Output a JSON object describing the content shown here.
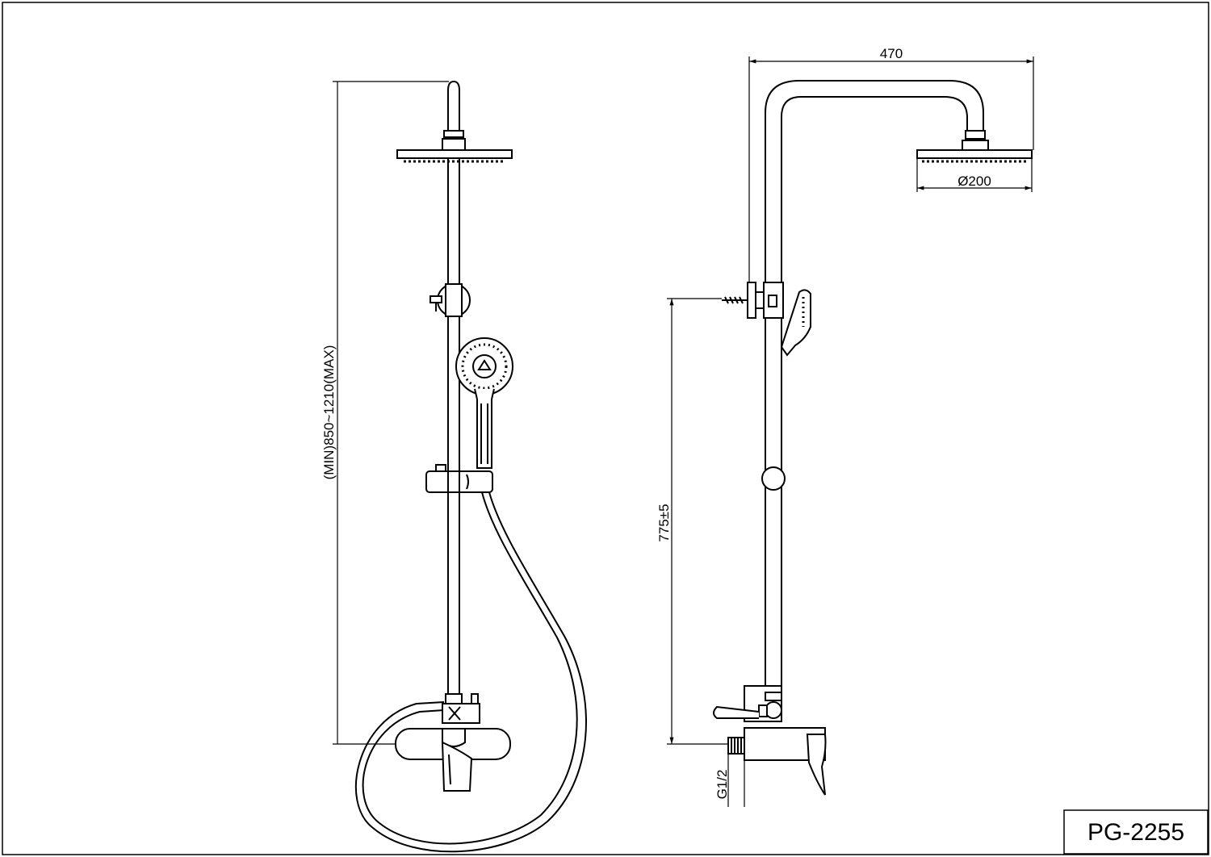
{
  "drawing": {
    "model": "PG-2255",
    "dimensions": {
      "height_range": "(MIN)850~1210(MAX)",
      "arm_length": "470",
      "head_diameter": "Ø200",
      "outlet_height": "775±5",
      "inlet_thread": "G1/2"
    }
  }
}
